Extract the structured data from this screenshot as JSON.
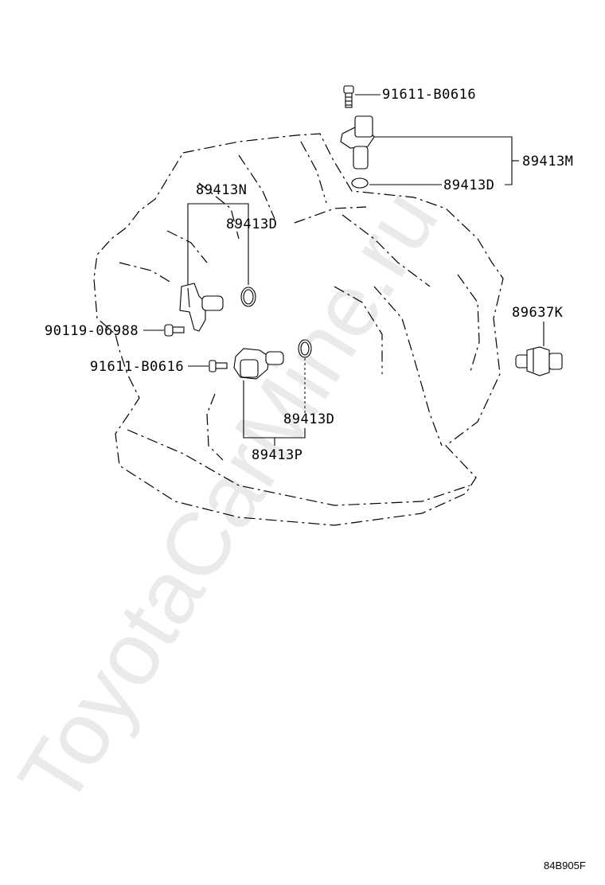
{
  "diagram": {
    "watermark": "ToyotaCarMine.ru",
    "reference": "84B905F",
    "labels": {
      "bolt_top": "91611-B0616",
      "sensor_m": "89413M",
      "gasket_top": "89413D",
      "sensor_n": "89413N",
      "gasket_left": "89413D",
      "bolt_left": "90119-06988",
      "bolt_mid": "91611-B0616",
      "gasket_mid": "89413D",
      "sensor_p": "89413P",
      "switch_k": "89637K"
    }
  }
}
